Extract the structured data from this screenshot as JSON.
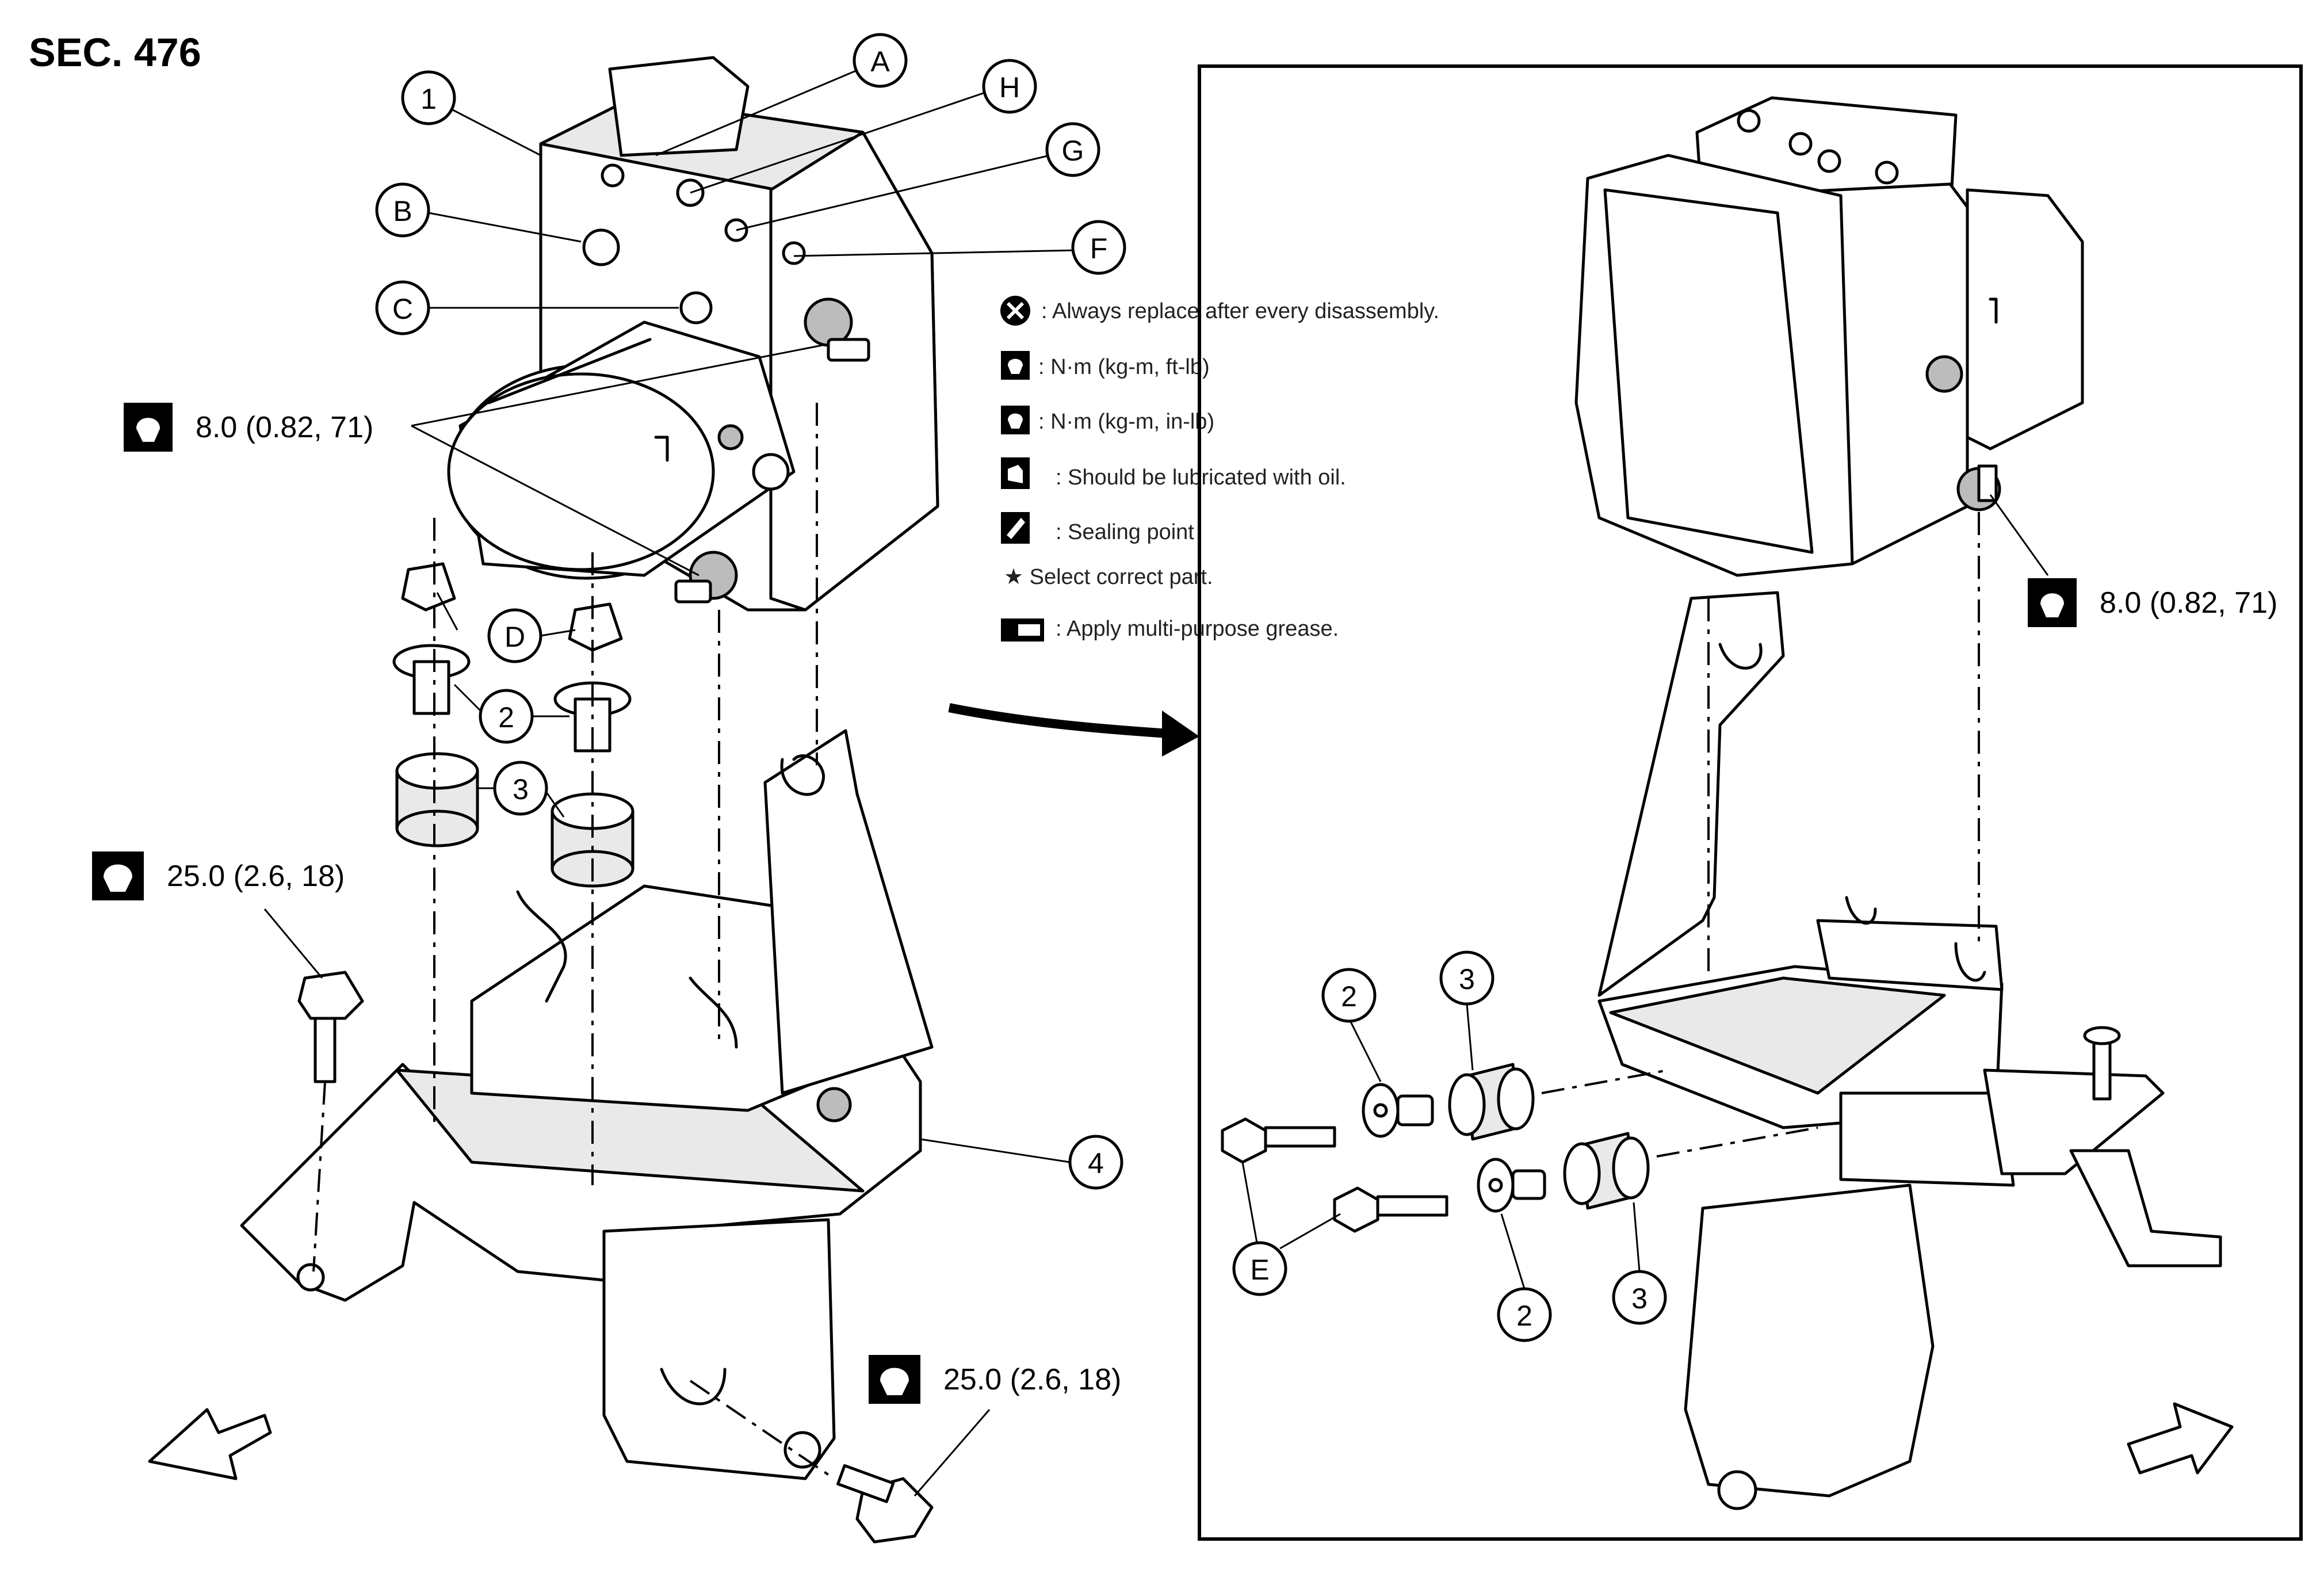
{
  "section": {
    "label": "SEC. 476"
  },
  "callouts": {
    "part_1": "1",
    "part_2": "2",
    "part_3": "3",
    "part_4": "4",
    "A": "A",
    "B": "B",
    "C": "C",
    "D": "D",
    "E": "E",
    "F": "F",
    "G": "G",
    "H": "H"
  },
  "torque_specs": {
    "actuator_nut_left": "8.0 (0.82, 71)",
    "actuator_nut_right": "8.0 (0.82, 71)",
    "bracket_bolt_upper": "25.0 (2.6, 18)",
    "bracket_bolt_lower": "25.0 (2.6, 18)"
  },
  "legend": [
    {
      "icon": "replace-icon",
      "text": ": Always replace after every disassembly."
    },
    {
      "icon": "torque-ftlb-icon",
      "text": ": N·m (kg-m, ft-lb)"
    },
    {
      "icon": "torque-inlb-icon",
      "text": ": N·m (kg-m, in-lb)"
    },
    {
      "icon": "oil-can-icon",
      "text": ": Should be lubricated with oil."
    },
    {
      "icon": "sealant-icon",
      "text": ": Sealing point"
    },
    {
      "icon": "star-icon",
      "text": "★ Select correct part."
    },
    {
      "icon": "grease-icon",
      "text": ": Apply multi-purpose grease."
    }
  ],
  "colors": {
    "line": "#000000",
    "background": "#ffffff",
    "icon_fill": "#000000"
  }
}
